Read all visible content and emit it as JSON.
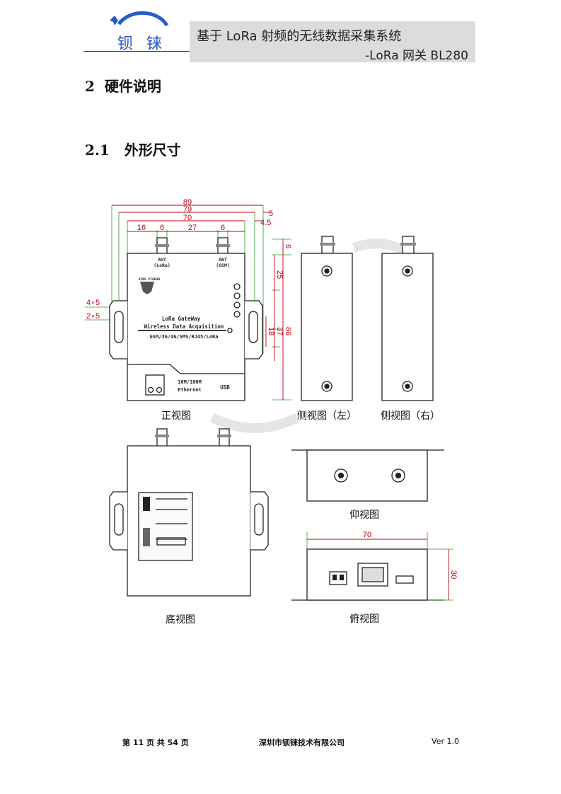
{
  "header": {
    "logo_text": "钡 铼",
    "title": "基于 LoRa 射频的无线数据采集系统",
    "subtitle": "-LoRa 网关 BL280"
  },
  "section": {
    "number": "2",
    "title": "硬件说明"
  },
  "subsection": {
    "number": "2.1",
    "title": "外形尺寸"
  },
  "drawing": {
    "dims_top": [
      "89",
      "79",
      "70",
      "16",
      "6",
      "27",
      "6"
    ],
    "dims_right_top": [
      "5",
      "4.5"
    ],
    "dims_right_vertical": [
      "6",
      "25",
      "18",
      "37",
      "86"
    ],
    "dims_left": [
      "4∘5",
      "2∘5"
    ],
    "front_labels": {
      "ant_lora": "ANT\n(LoRa)",
      "ant_gsm": "ANT\n(GSM)",
      "brand": "KING PIGEON",
      "product_line1": "LoRa GateWay",
      "product_line2": "Wireless Data Acquisition",
      "product_line3": "GSM/3G/4G/SMS/RJ45/LoRa",
      "eth_label": "10M/100M\nEthernet",
      "usb_label": "USB"
    },
    "top_width": "70",
    "top_height": "30",
    "captions": {
      "front": "正视图",
      "side_left": "侧视图（左）",
      "side_right": "侧视图（右）",
      "bottom": "底视图",
      "up": "仰视图",
      "top": "俯视图"
    }
  },
  "footer": {
    "page": "第 11 页 共 54 页",
    "company": "深圳市钡铼技术有限公司",
    "version": "Ver 1.0"
  },
  "colors": {
    "logo_blue": "#2a59c9",
    "dimension_red": "#c0000c",
    "dimension_green": "#2c9a2c"
  }
}
